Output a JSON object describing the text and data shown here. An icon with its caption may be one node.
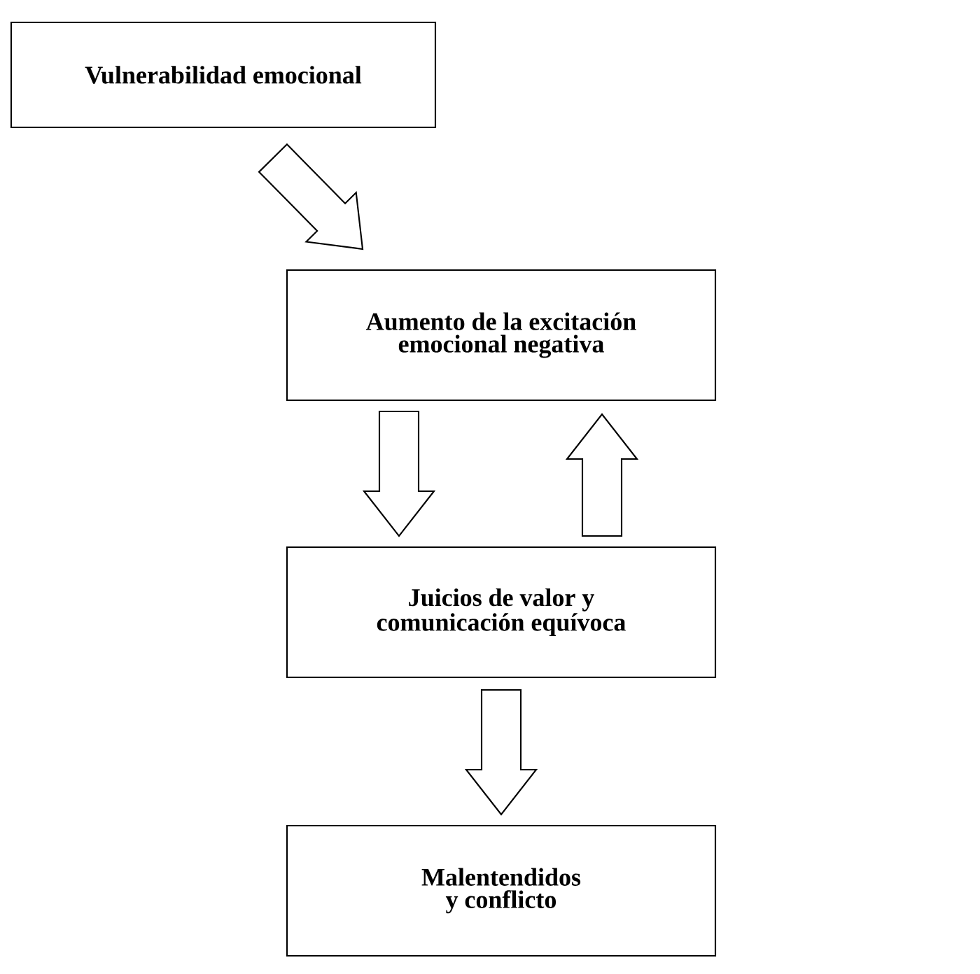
{
  "diagram": {
    "nodes": [
      {
        "text": [
          "Vulnerabilidad emocional"
        ]
      },
      {
        "text": [
          "Aumento de la excitación emocional negativa"
        ]
      },
      {
        "text": [
          "Juicios de valor y comunicación equívoca"
        ]
      },
      {
        "text": [
          "Malentendidos y conflicto"
        ]
      }
    ],
    "edges": [
      {
        "from": 0,
        "to": 1,
        "arrow": "to"
      },
      {
        "from": 1,
        "to": 2,
        "arrow": "to"
      },
      {
        "from": 2,
        "to": 1,
        "arrow": "to"
      },
      {
        "from": 2,
        "to": 3,
        "arrow": "to"
      }
    ]
  }
}
